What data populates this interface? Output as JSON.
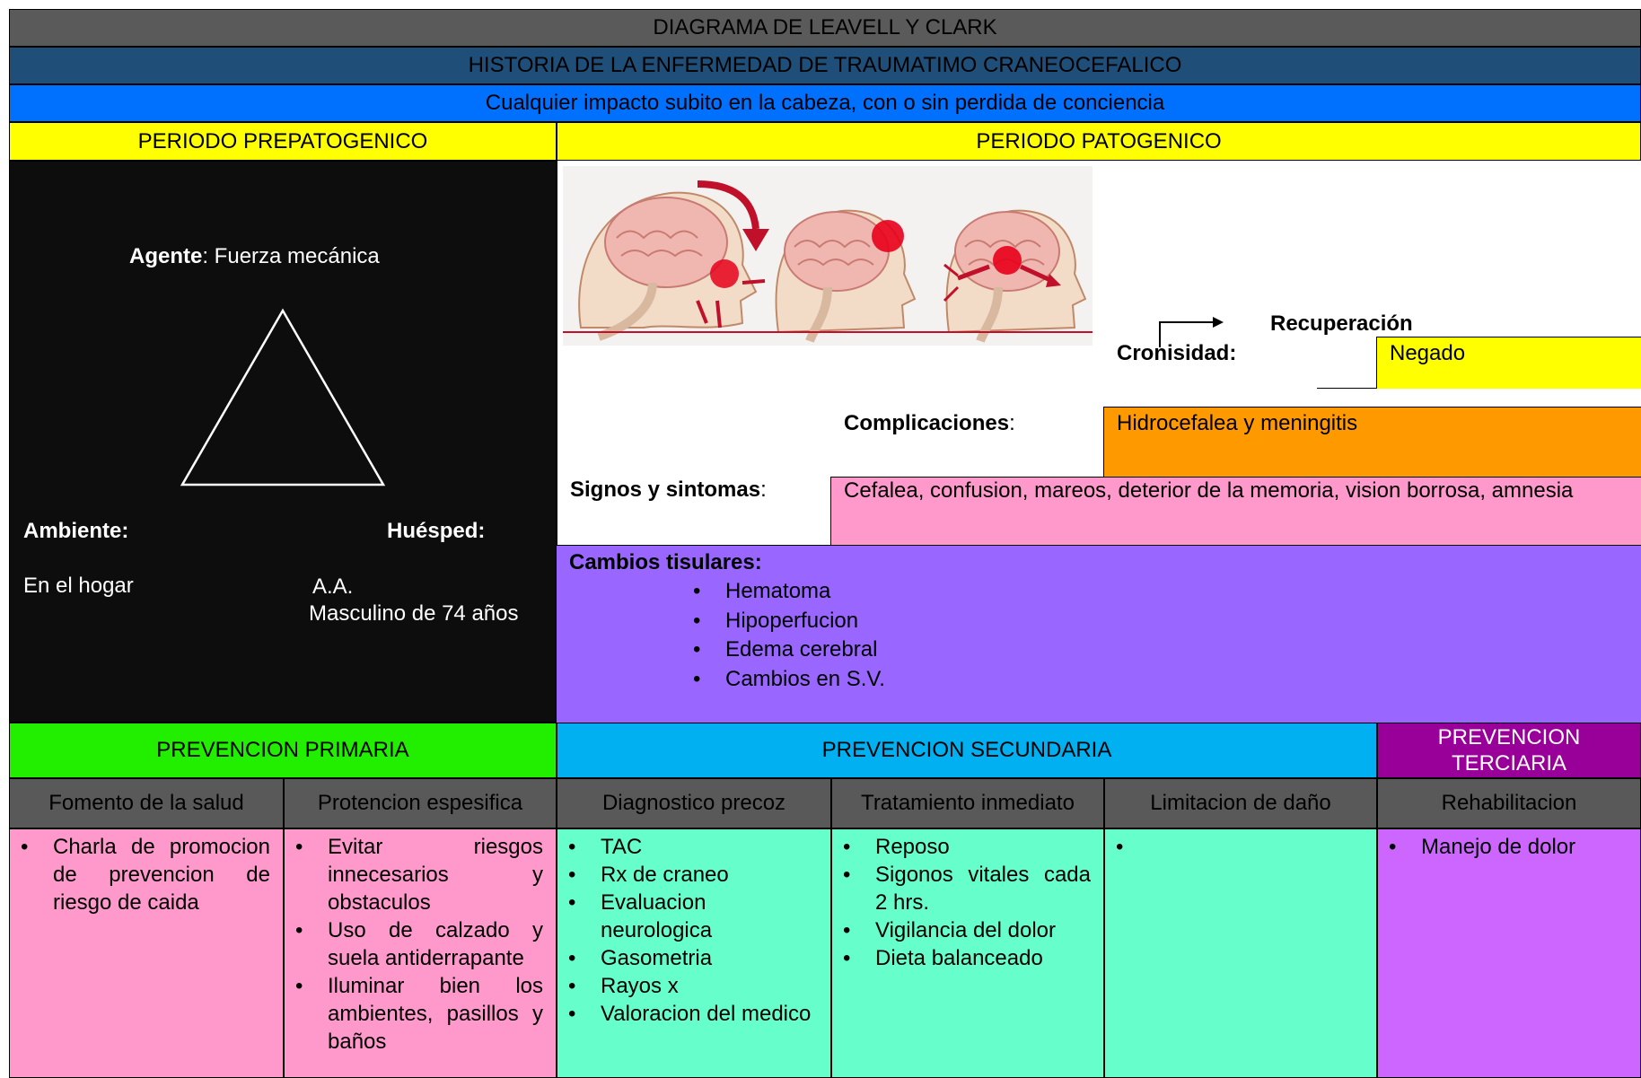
{
  "title": "DIAGRAMA DE LEAVELL Y CLARK",
  "subtitle": "HISTORIA DE LA ENFERMEDAD DE TRAUMATIMO CRANEOCEFALICO",
  "definition": "Cualquier impacto subito en la cabeza, con o sin perdida de conciencia",
  "periods": {
    "prepatogenico": "PERIODO PREPATOGENICO",
    "patogenico": "PERIODO PATOGENICO"
  },
  "triad": {
    "agente_label": "Agente",
    "agente_value": ": Fuerza mecánica",
    "ambiente_label": "Ambiente:",
    "ambiente_value": "En el hogar",
    "huesped_label": "Huésped:",
    "huesped_line1": "A.A.",
    "huesped_line2": "Masculino de 74 años"
  },
  "pathogenic": {
    "recuperacion_label": "Recuperación",
    "cronicidad_label": "Cronisidad:",
    "cronicidad_value": "Negado",
    "complicaciones_label": "Complicaciones",
    "complicaciones_colon": ":",
    "complicaciones_value": "Hidrocefalea y meningitis",
    "signos_label": "Signos y sintomas",
    "signos_colon": ":",
    "signos_value": "Cefalea, confusion, mareos, deterior de la memoria, vision borrosa, amnesia",
    "cambios_label": "Cambios tisulares:",
    "cambios_items": [
      "Hematoma",
      "Hipoperfucion",
      "Edema cerebral",
      "Cambios en S.V."
    ]
  },
  "prevention_headers": {
    "primaria": "PREVENCION PRIMARIA",
    "secundaria": "PREVENCION SECUNDARIA",
    "terciaria": "PREVENCION TERCIARIA"
  },
  "columns": [
    {
      "title": "Fomento de la salud",
      "items": [
        "Charla de promocion de prevencion de riesgo de caida"
      ]
    },
    {
      "title": "Protencion espesifica",
      "items": [
        "Evitar riesgos innecesarios y obstaculos",
        "Uso de calzado y suela antiderrapante",
        "Iluminar bien los ambientes, pasillos y baños"
      ]
    },
    {
      "title": "Diagnostico precoz",
      "items": [
        "TAC",
        "Rx de craneo",
        "Evaluacion neurologica",
        "Gasometria",
        "Rayos x",
        "Valoracion del medico"
      ]
    },
    {
      "title": "Tratamiento inmediato",
      "items": [
        "Reposo",
        "Sigonos vitales cada 2 hrs.",
        "Vigilancia del dolor",
        "Dieta balanceado"
      ]
    },
    {
      "title": "Limitacion de daño",
      "items": [
        ""
      ]
    },
    {
      "title": "Rehabilitacion",
      "items": [
        "Manejo de dolor"
      ]
    }
  ],
  "colors": {
    "title_bg": "#5a5a5a",
    "subtitle_bg": "#1f4e79",
    "definition_bg": "#0070ff",
    "period_bg": "#ffff00",
    "prepat_bg": "#0d0d0d",
    "recuperacion_bg": "#ffff00",
    "complicaciones_bg": "#ff9900",
    "signos_bg": "#ff99cc",
    "cambios_bg": "#9966ff",
    "primaria_bg": "#22ee00",
    "secundaria_bg": "#00b0f0",
    "terciaria_bg": "#990099",
    "colhead_bg": "#595959",
    "pink_cell": "#ff99cc",
    "teal_cell": "#66ffcc",
    "violet_cell": "#cc66ff"
  }
}
